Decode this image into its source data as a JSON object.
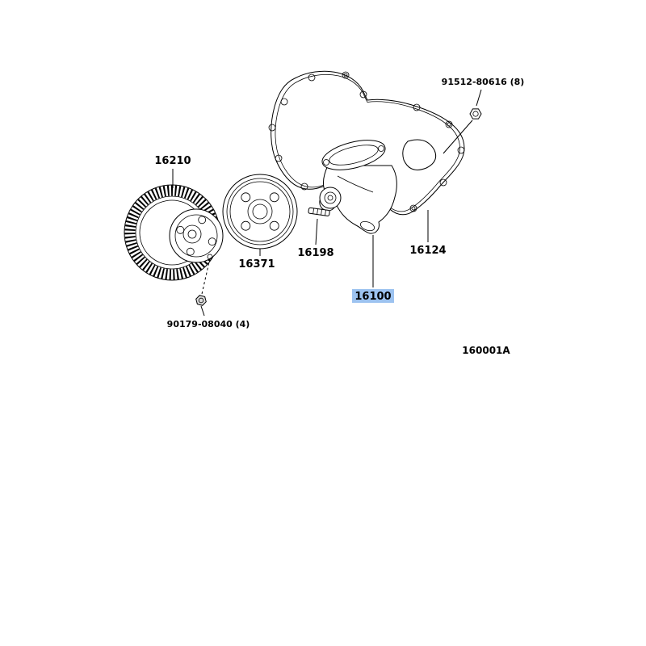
{
  "diagram": {
    "figure_code": "160001A",
    "colors": {
      "highlight": "#9DC3F0",
      "line": "#000000"
    },
    "labels": {
      "fan_clutch": "16210",
      "pulley": "16371",
      "stud": "16198",
      "water_pump": "16100",
      "gasket": "16124",
      "bolt_top": "91512-80616 (8)",
      "nut_bottom": "90179-08040 (4)"
    }
  }
}
